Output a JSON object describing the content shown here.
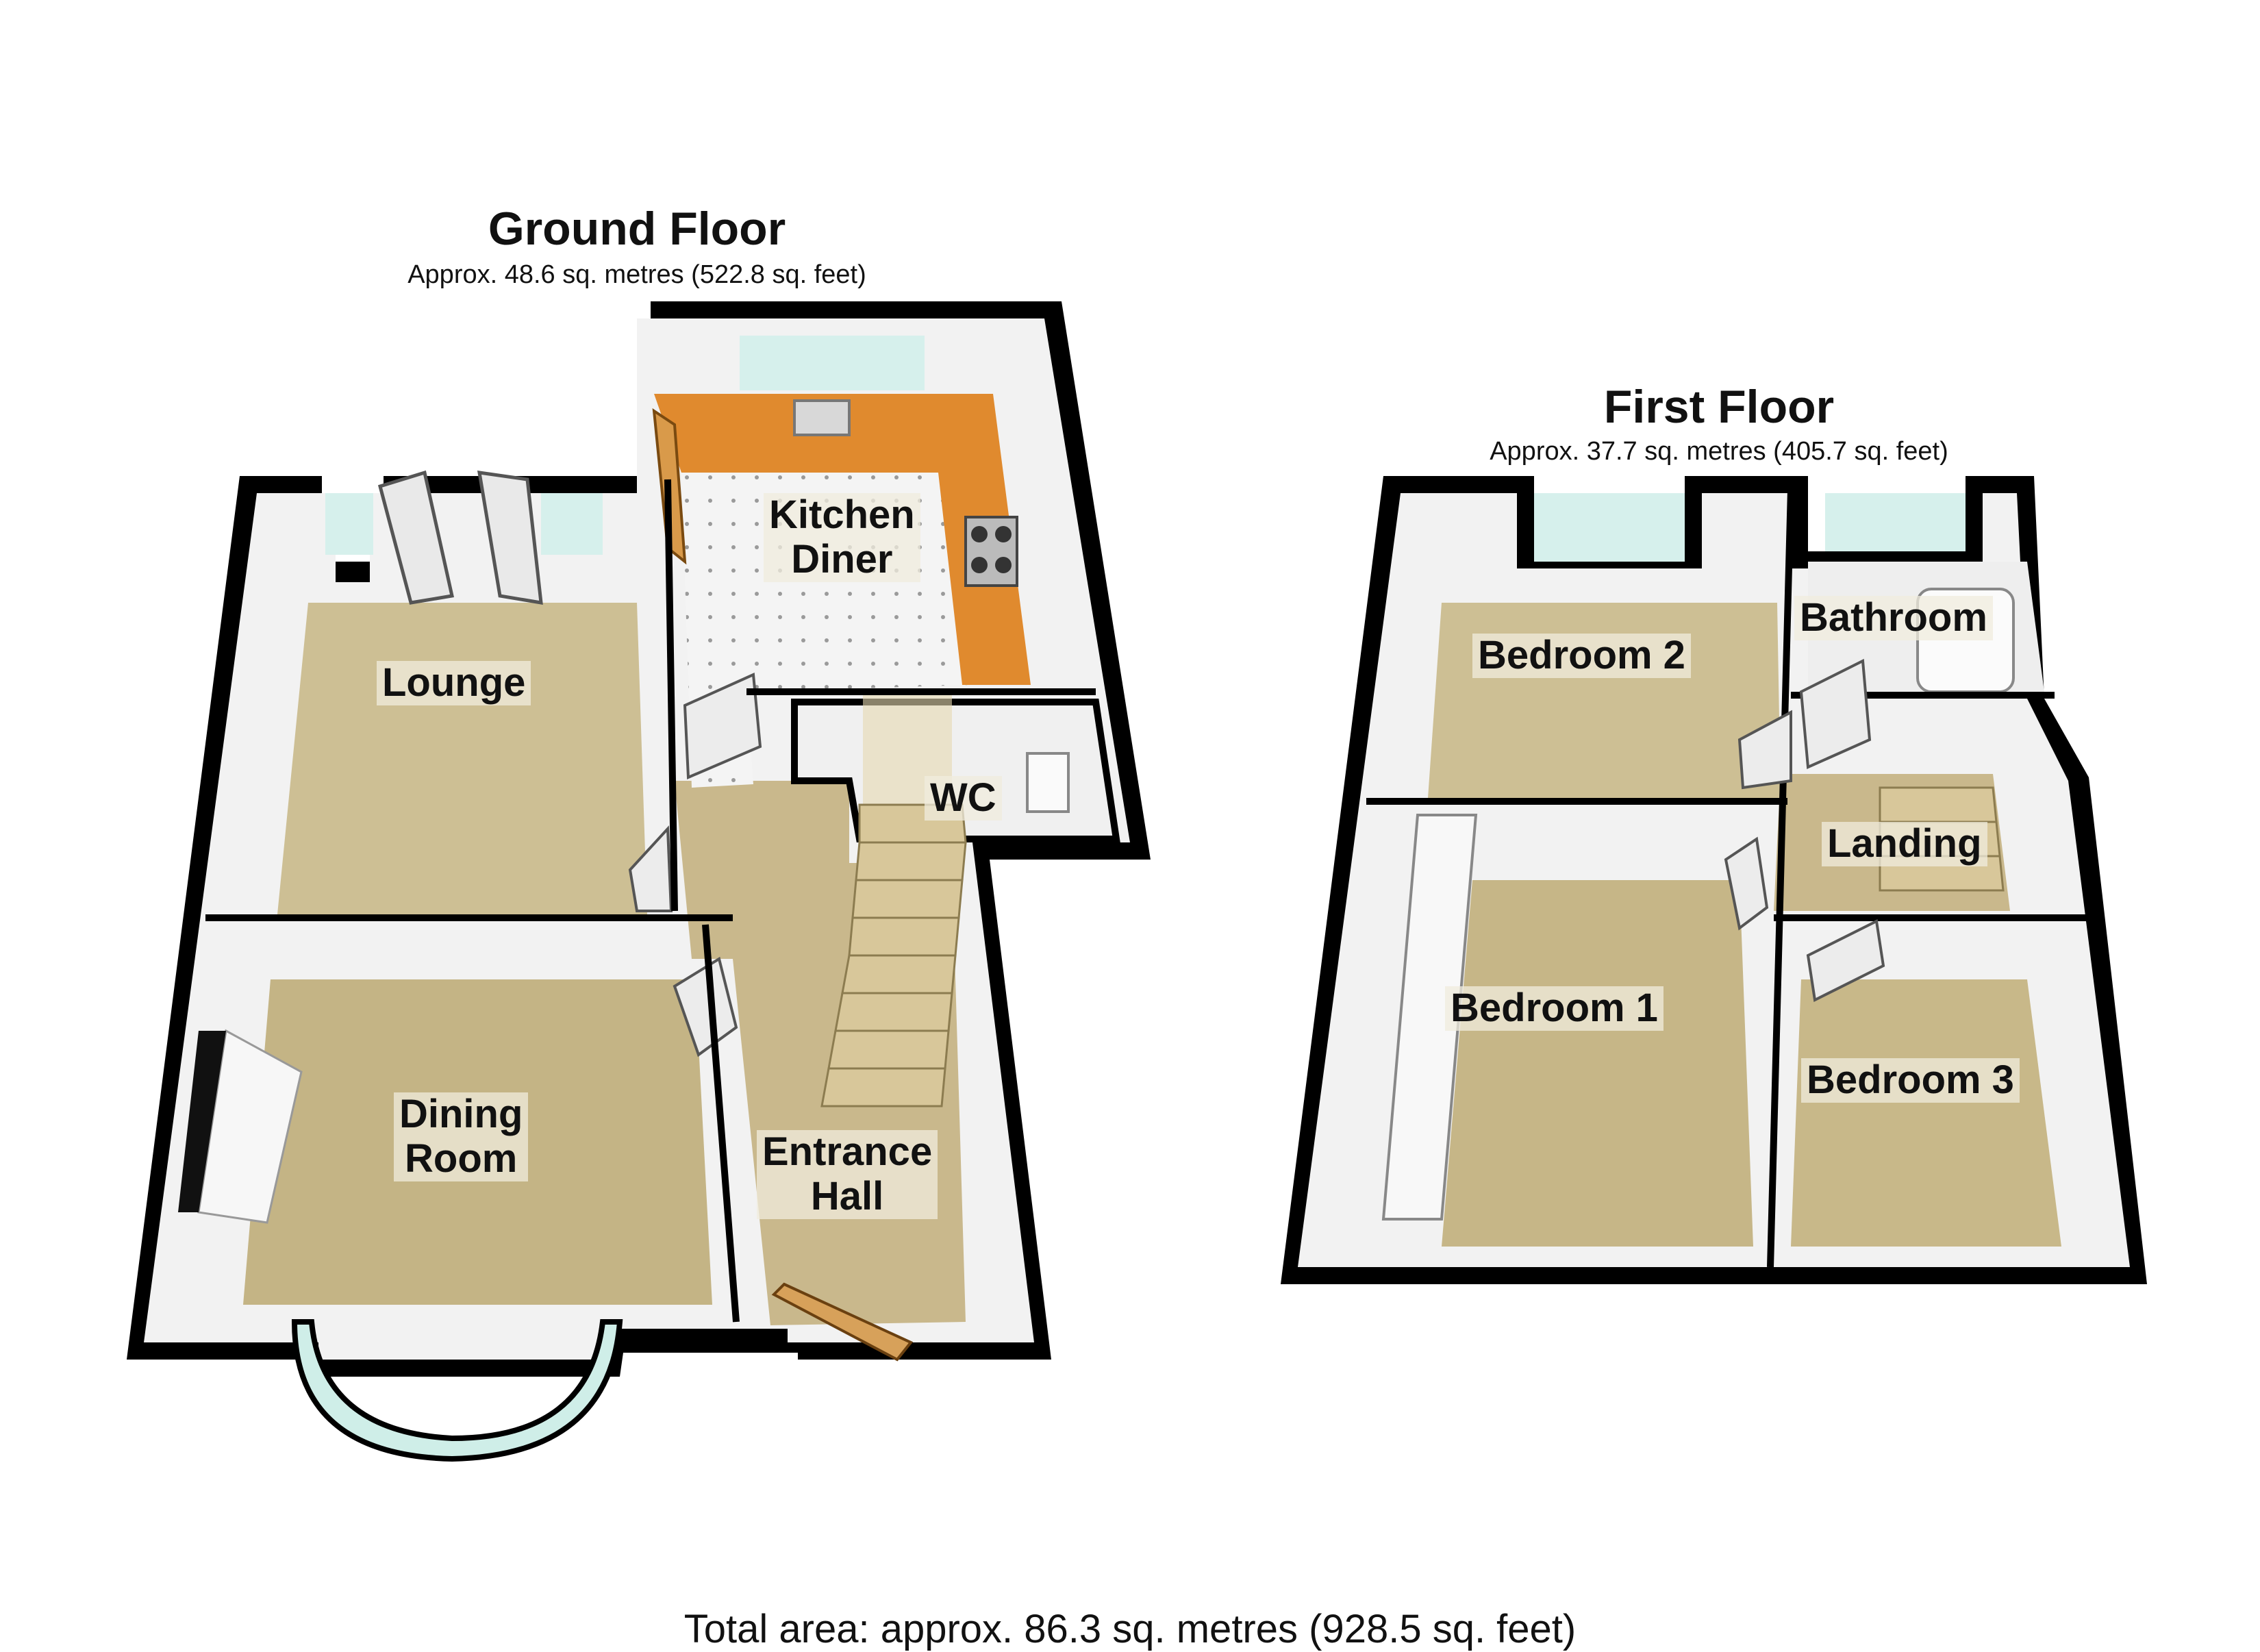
{
  "ground_floor": {
    "title": "Ground Floor",
    "area": "Approx. 48.6 sq. metres (522.8 sq. feet)",
    "rooms": {
      "lounge": "Lounge",
      "dining": "Dining\nRoom",
      "kitchen": "Kitchen\nDiner",
      "wc": "WC",
      "hall": "Entrance\nHall"
    }
  },
  "first_floor": {
    "title": "First Floor",
    "area": "Approx. 37.7 sq. metres (405.7 sq. feet)",
    "rooms": {
      "bed2": "Bedroom 2",
      "bathroom": "Bathroom",
      "landing": "Landing",
      "bed1": "Bedroom 1",
      "bed3": "Bedroom 3"
    }
  },
  "total_area": "Total area: approx. 86.3 sq. metres (928.5 sq. feet)",
  "colors": {
    "wall": "#000000",
    "wall_face": "#f2f2f2",
    "carpet": "#c9b88c",
    "worktop": "#e08a2e",
    "tile": "#eaeaea",
    "window": "#cfeee8"
  }
}
